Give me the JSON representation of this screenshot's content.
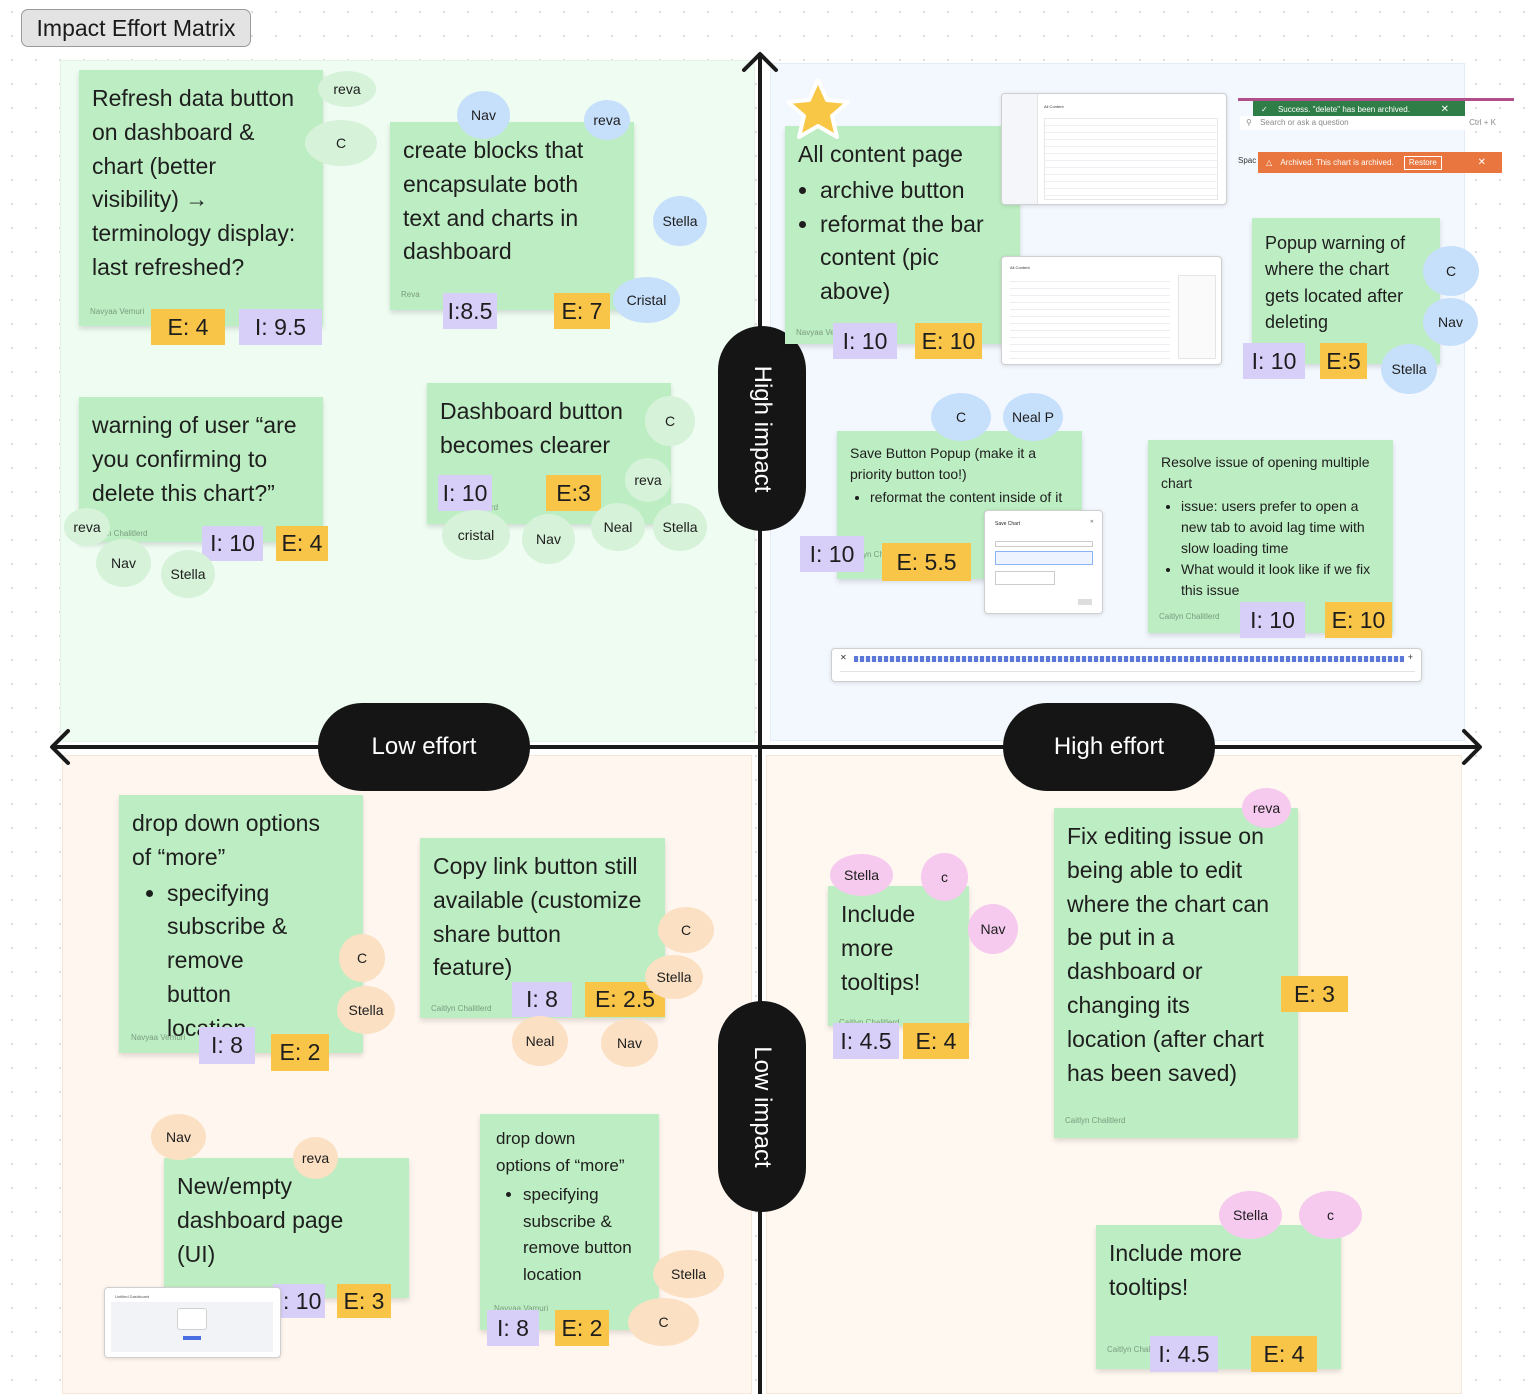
{
  "board": {
    "title": "Impact Effort Matrix",
    "axes": {
      "top": "High impact",
      "bottom": "Low impact",
      "left": "Low effort",
      "right": "High effort"
    },
    "colors": {
      "sticky": "#bdedc2",
      "impact_badge": "#d8cff9",
      "effort_badge": "#f9c548",
      "axis_pill": "#151515"
    }
  },
  "stickies": {
    "refresh": {
      "lines": [
        "Refresh data button",
        "on dashboard &",
        "chart (better",
        "visibility) →",
        "terminology display:",
        "last refreshed?"
      ],
      "author": "Navyaa Vemuri",
      "impact": "I: 9.5",
      "effort": "E: 4",
      "avatars": [
        "reva",
        "C"
      ]
    },
    "blocks": {
      "lines": [
        "create blocks that",
        "encapsulate both",
        "text and charts in",
        "dashboard"
      ],
      "author": "Reva",
      "impact": "I:8.5",
      "effort": "E: 7",
      "avatars": [
        "Nav",
        "reva",
        "Stella",
        "Cristal"
      ]
    },
    "warning_delete": {
      "lines": [
        "warning of user “are",
        "you confirming to",
        "delete this chart?”"
      ],
      "author": "yn Chalitlerd",
      "impact": "I: 10",
      "effort": "E: 4",
      "avatars": [
        "reva",
        "Nav",
        "Stella"
      ]
    },
    "dashboard_button": {
      "lines": [
        "Dashboard button",
        "becomes clearer"
      ],
      "author": "rd",
      "impact": "I: 10",
      "effort": "E:3",
      "avatars": [
        "C",
        "reva",
        "cristal",
        "Nav",
        "Neal",
        "Stella"
      ]
    },
    "all_content": {
      "title": "All content page",
      "bullets": [
        "archive button",
        "reformat the bar content (pic above)"
      ],
      "author": "Navyaa Ve",
      "impact": "I: 10",
      "effort": "E: 10"
    },
    "popup_warning": {
      "lines": [
        "Popup warning of",
        "where the chart",
        "gets located after",
        "deleting"
      ],
      "impact": "I: 10",
      "effort": "E:5",
      "avatars": [
        "C",
        "Nav",
        "Stella"
      ]
    },
    "save_popup": {
      "title": "Save Button Popup (make it a priority button too!)",
      "bullets": [
        "reformat the content inside of it"
      ],
      "author": "yn Ch",
      "impact": "I: 10",
      "effort": "E: 5.5",
      "avatars": [
        "C",
        "Neal P"
      ]
    },
    "resolve": {
      "title": "Resolve issue of opening multiple chart",
      "bullets": [
        "issue: users prefer to open a new tab to avoid lag time with slow loading time",
        "What would it look like if we fix this issue"
      ],
      "author": "Caitlyn Chalitlerd",
      "impact": "I: 10",
      "effort": "E: 10"
    },
    "dropdown_large": {
      "lines": [
        "drop down options",
        "of “more”"
      ],
      "bullets": [
        "specifying subscribe & remove button location"
      ],
      "author": "Navyaa Vemuri",
      "impact": "I: 8",
      "effort": "E: 2",
      "avatars": [
        "C",
        "Stella"
      ]
    },
    "copy_link": {
      "lines": [
        "Copy link button still",
        "available (customize",
        "share button",
        "feature)"
      ],
      "author": "Caitlyn Chalitlerd",
      "impact": "I: 8",
      "effort": "E: 2.5",
      "avatars": [
        "C",
        "Stella",
        "Neal",
        "Nav"
      ]
    },
    "new_empty": {
      "lines": [
        "New/empty",
        "dashboard page",
        "(UI)"
      ],
      "impact": "I: 10",
      "effort": "E: 3",
      "avatars": [
        "Nav",
        "reva"
      ]
    },
    "dropdown_small": {
      "lines": [
        "drop down",
        "options of “more”"
      ],
      "bullets": [
        "specifying subscribe & remove button location"
      ],
      "author": "Navyaa Vamuri",
      "impact": "I: 8",
      "effort": "E: 2",
      "avatars": [
        "Stella",
        "C"
      ]
    },
    "tooltips_a": {
      "lines": [
        "Include",
        "more",
        "tooltips!"
      ],
      "author": "Caitlyn Chalitlerd",
      "impact": "I: 4.5",
      "effort": "E: 4",
      "avatars": [
        "Stella",
        "c",
        "Nav"
      ]
    },
    "fix_editing": {
      "lines": [
        "Fix editing issue on",
        "being able to edit",
        "where the chart can",
        "be put in a",
        "dashboard or",
        "changing its",
        "location (after chart",
        "has been saved)"
      ],
      "author": "Caitlyn Chalitlerd",
      "effort": "E: 3",
      "avatars": [
        "reva"
      ]
    },
    "tooltips_b": {
      "lines": [
        "Include more",
        "tooltips!"
      ],
      "author": "Caitlyn Chal",
      "impact": "I: 4.5",
      "effort": "E: 4",
      "avatars": [
        "Stella",
        "c"
      ]
    }
  },
  "screenshots": {
    "archive_header": "All Content",
    "table_header": "All Content",
    "toast_success": "Success. \"delete\" has been archived.",
    "search_placeholder": "Search or ask a question",
    "search_shortcut": "Ctrl + K",
    "space_label": "Spac",
    "toast_archived": "Archived. This chart is archived.",
    "toast_restore": "Restore",
    "save_chart_title": "Save Chart",
    "new_dashboard_title": "Untitled Dashboard"
  }
}
